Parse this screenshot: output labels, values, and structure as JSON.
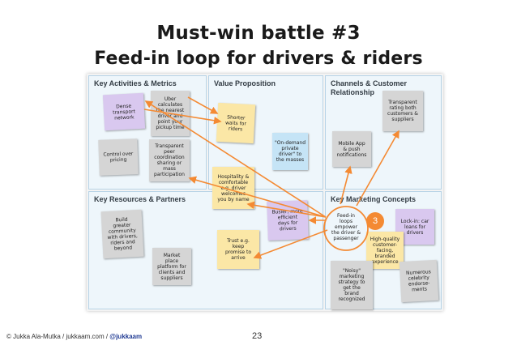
{
  "title_line1": "Must-win battle #3",
  "title_line2": "Feed-in loop for drivers & riders",
  "panels": {
    "key_activities": "Key Activities & Metrics",
    "value_proposition": "Value Proposition",
    "channels": "Channels & Customer\nRelationship",
    "key_resources": "Key Resources & Partners",
    "key_marketing": "Key Marketing Concepts"
  },
  "notes": {
    "dense_network": "Dense\ntransport\nnetwork",
    "uber_calculates": "Uber\ncalculates\nthe nearest\ndriver and\npoint your\npickup time",
    "control_pricing": "Control over\npricing",
    "transparent_peer": "Transparent\npeer\ncoordination\nsharing or\nmass\nparticipation",
    "shorter_waits": "Shorter\nwaits for\nriders",
    "on_demand": "\"On-demand\nprivate\ndriver\" to\nthe masses",
    "hospitality": "Hospitality &\ncomfortable\ne.g. driver\nwelcomes\nyou by name",
    "busier_days": "Busier, more\nefficient\ndays for\ndrivers",
    "trust": "Trust e.g.\nkeep\npromise to\narrive",
    "mobile_app": "Mobile App\n& push\nnotifications",
    "transparent_rating": "Transparent\nrating both\ncustomers &\nsuppliers",
    "build_community": "Build\ngreater\ncommunity\nwith drivers,\nriders and\nbeyond",
    "market_place": "Market\nplace\nplatform for\nclients and\nsuppliers",
    "lock_in": "Lock-in: car\nloans for\ndrivers",
    "high_quality": "High-quality\ncustomer-\nfacing,\nbranded\nexperience",
    "noisy": "\"Noisy\"\nmarketing\nstrategy to\nget the\nbrand\nrecognized",
    "celebrity": "Numerous\ncelebrity\nendorse-\nments"
  },
  "feedin_text": "Feed-in\nloops\nempower\nthe driver &\npassenger",
  "badge_number": "3",
  "footer_text": "© Jukka Ala-Mutka / jukkaam.com / ",
  "footer_handle": "@jukkaam",
  "page_number": "23",
  "colors": {
    "arrow": "#f48a33",
    "note_purple": "#d9c8ef",
    "note_grey": "#d5d5d5",
    "note_yellow": "#fbe7a6",
    "note_blue": "#c5e4f6"
  }
}
